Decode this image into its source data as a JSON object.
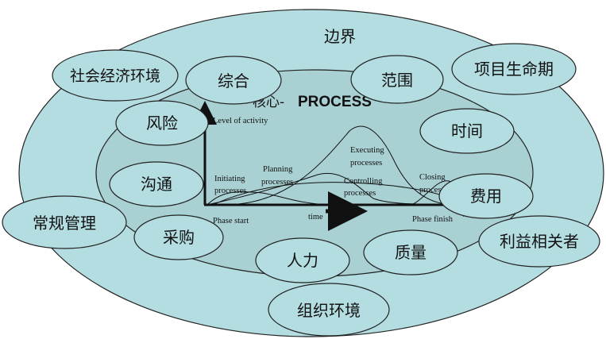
{
  "outer_label": "边界",
  "core": {
    "prefix": "核心-",
    "title": "PROCESS"
  },
  "bubbles": {
    "society": "社会经济环境",
    "integration": "综合",
    "scope": "范围",
    "lifecycle": "项目生命期",
    "risk": "风险",
    "time": "时间",
    "communication": "沟通",
    "cost": "费用",
    "general_mgmt": "常规管理",
    "procurement": "采购",
    "stakeholders": "利益相关者",
    "hr": "人力",
    "quality": "质量",
    "org_env": "组织环境"
  },
  "chart": {
    "ylabel": "Level of activity",
    "xlabel": "time",
    "phase_start": "Phase start",
    "phase_finish": "Phase finish",
    "initiating": [
      "Initiating",
      "processes"
    ],
    "planning": [
      "Planning",
      "processes"
    ],
    "executing": [
      "Executing",
      "processes"
    ],
    "controlling": [
      "Controlling",
      "processes"
    ],
    "closing": [
      "Closing",
      "processes"
    ]
  },
  "colors": {
    "fill": "#b4dde1",
    "inner": "#a9d1d4",
    "stroke": "#111111"
  }
}
